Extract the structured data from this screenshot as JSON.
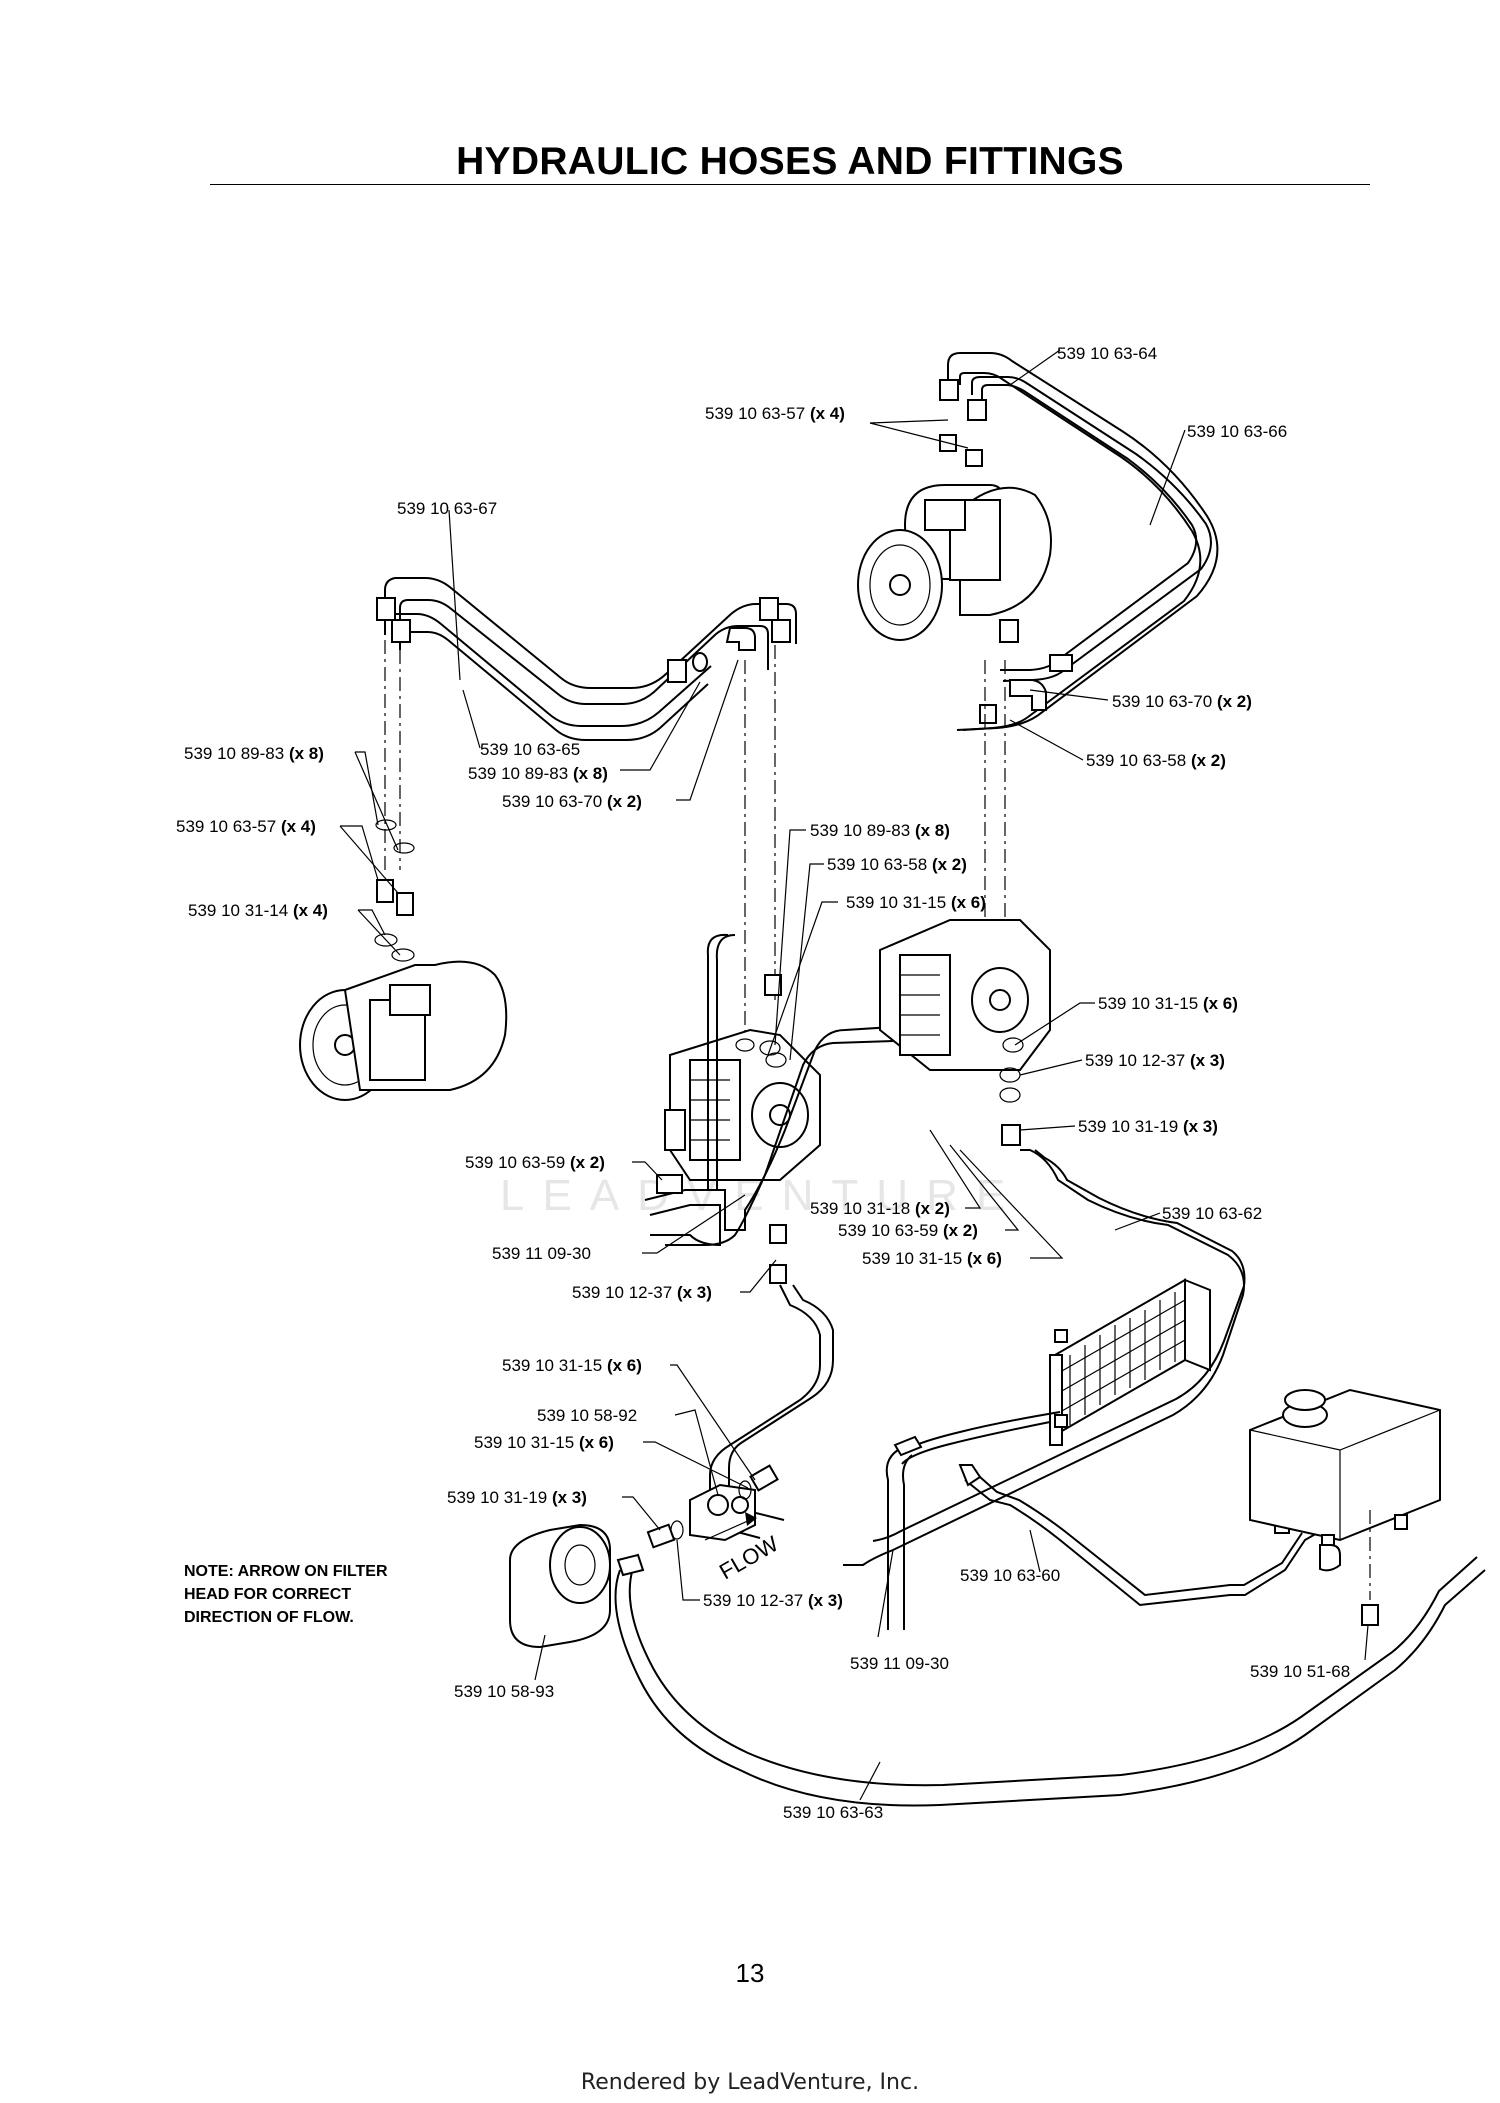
{
  "title": "HYDRAULIC HOSES AND FITTINGS",
  "note": [
    "NOTE: ARROW ON FILTER",
    "HEAD FOR CORRECT",
    "DIRECTION OF FLOW."
  ],
  "flow_label": "FLOW",
  "watermark": "LEADVENTURE",
  "page_number": "13",
  "footer": "Rendered by LeadVenture, Inc.",
  "callouts": [
    {
      "part": "539 10 63-64",
      "qty": ""
    },
    {
      "part": "539 10 63-57",
      "qty": "(x 4)"
    },
    {
      "part": "539 10 63-66",
      "qty": ""
    },
    {
      "part": "539 10 63-67",
      "qty": ""
    },
    {
      "part": "539 10 63-70",
      "qty": "(x 2)"
    },
    {
      "part": "539 10 63-58",
      "qty": "(x 2)"
    },
    {
      "part": "539 10 89-83",
      "qty": "(x 8)"
    },
    {
      "part": "539 10 63-65",
      "qty": ""
    },
    {
      "part": "539 10 89-83",
      "qty": "(x 8)"
    },
    {
      "part": "539 10 63-70",
      "qty": "(x 2)"
    },
    {
      "part": "539 10 63-57",
      "qty": "(x 4)"
    },
    {
      "part": "539 10 89-83",
      "qty": "(x 8)"
    },
    {
      "part": "539 10 63-58",
      "qty": "(x 2)"
    },
    {
      "part": "539 10 31-14",
      "qty": "(x 4)"
    },
    {
      "part": "539 10 31-15",
      "qty": "(x 6)"
    },
    {
      "part": "539 10 31-15",
      "qty": "(x 6)"
    },
    {
      "part": "539 10 12-37",
      "qty": "(x 3)"
    },
    {
      "part": "539 10 31-19",
      "qty": "(x 3)"
    },
    {
      "part": "539 10 63-59",
      "qty": "(x 2)"
    },
    {
      "part": "539 10 31-18",
      "qty": "(x 2)"
    },
    {
      "part": "539 10 63-62",
      "qty": ""
    },
    {
      "part": "539 10 63-59",
      "qty": "(x 2)"
    },
    {
      "part": "539 11 09-30",
      "qty": ""
    },
    {
      "part": "539 10 31-15",
      "qty": "(x 6)"
    },
    {
      "part": "539 10 12-37",
      "qty": "(x 3)"
    },
    {
      "part": "539 10 31-15",
      "qty": "(x 6)"
    },
    {
      "part": "539 10 58-92",
      "qty": ""
    },
    {
      "part": "539 10 31-15",
      "qty": "(x 6)"
    },
    {
      "part": "539 10 31-19",
      "qty": "(x 3)"
    },
    {
      "part": "539 10 12-37",
      "qty": "(x 3)"
    },
    {
      "part": "539 10 63-60",
      "qty": ""
    },
    {
      "part": "539 11 09-30",
      "qty": ""
    },
    {
      "part": "539 10 51-68",
      "qty": ""
    },
    {
      "part": "539 10 58-93",
      "qty": ""
    },
    {
      "part": "539 10 63-63",
      "qty": ""
    }
  ]
}
